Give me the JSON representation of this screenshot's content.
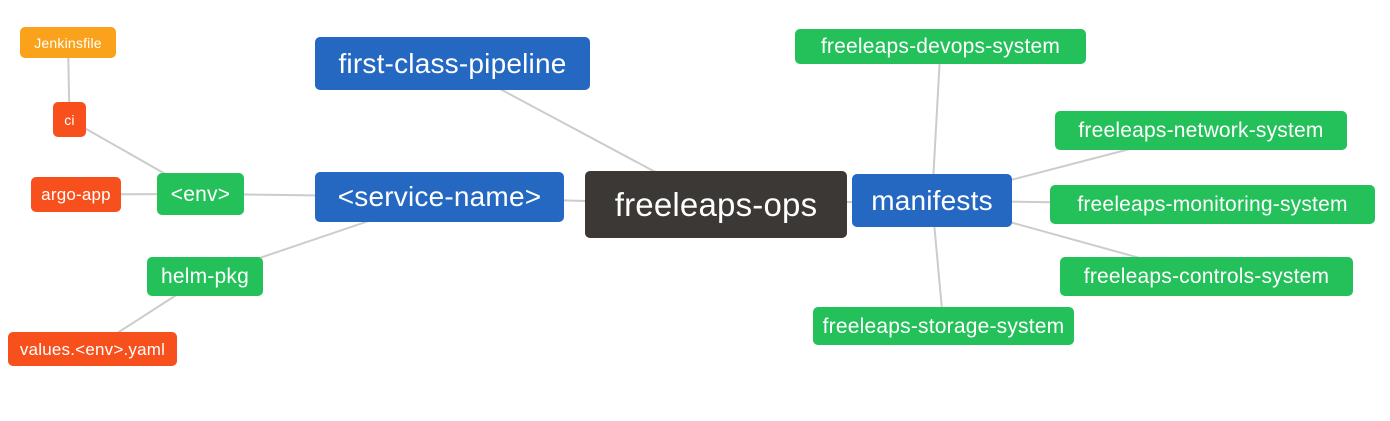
{
  "diagram": {
    "type": "mindmap",
    "root_label": "freeleaps-ops",
    "palette": {
      "blue": "#2468C2",
      "green": "#24C15B",
      "red": "#F8501D",
      "orange": "#FAA21B",
      "dark": "#3B3835",
      "edge": "#CCCCCC",
      "background": "#FFFFFF",
      "text": "#FFFFFF"
    },
    "nodes": [
      {
        "id": "jenkinsfile",
        "label": "Jenkinsfile",
        "color": "orange"
      },
      {
        "id": "ci",
        "label": "ci",
        "color": "red"
      },
      {
        "id": "argo-app",
        "label": "argo-app",
        "color": "red"
      },
      {
        "id": "env",
        "label": "<env>",
        "color": "green"
      },
      {
        "id": "helm-pkg",
        "label": "helm-pkg",
        "color": "green"
      },
      {
        "id": "values-env-yaml",
        "label": "values.<env>.yaml",
        "color": "red"
      },
      {
        "id": "service-name",
        "label": "<service-name>",
        "color": "blue"
      },
      {
        "id": "first-class-pipeline",
        "label": "first-class-pipeline",
        "color": "blue"
      },
      {
        "id": "freeleaps-ops",
        "label": "freeleaps-ops",
        "color": "dark"
      },
      {
        "id": "manifests",
        "label": "manifests",
        "color": "blue"
      },
      {
        "id": "freeleaps-devops-system",
        "label": "freeleaps-devops-system",
        "color": "green"
      },
      {
        "id": "freeleaps-network-system",
        "label": "freeleaps-network-system",
        "color": "green"
      },
      {
        "id": "freeleaps-monitoring-system",
        "label": "freeleaps-monitoring-system",
        "color": "green"
      },
      {
        "id": "freeleaps-controls-system",
        "label": "freeleaps-controls-system",
        "color": "green"
      },
      {
        "id": "freeleaps-storage-system",
        "label": "freeleaps-storage-system",
        "color": "green"
      }
    ],
    "edges": [
      {
        "from": "jenkinsfile",
        "to": "ci"
      },
      {
        "from": "ci",
        "to": "env"
      },
      {
        "from": "argo-app",
        "to": "env"
      },
      {
        "from": "env",
        "to": "service-name"
      },
      {
        "from": "helm-pkg",
        "to": "service-name"
      },
      {
        "from": "values-env-yaml",
        "to": "helm-pkg"
      },
      {
        "from": "first-class-pipeline",
        "to": "freeleaps-ops"
      },
      {
        "from": "service-name",
        "to": "freeleaps-ops"
      },
      {
        "from": "freeleaps-ops",
        "to": "manifests"
      },
      {
        "from": "manifests",
        "to": "freeleaps-devops-system"
      },
      {
        "from": "manifests",
        "to": "freeleaps-network-system"
      },
      {
        "from": "manifests",
        "to": "freeleaps-monitoring-system"
      },
      {
        "from": "manifests",
        "to": "freeleaps-controls-system"
      },
      {
        "from": "manifests",
        "to": "freeleaps-storage-system"
      }
    ]
  }
}
